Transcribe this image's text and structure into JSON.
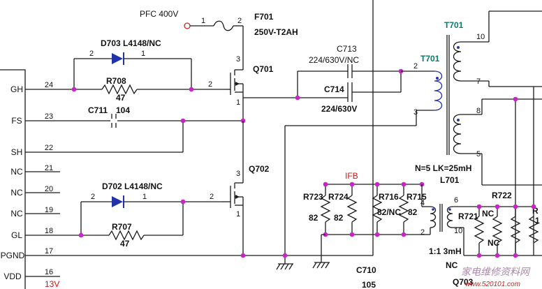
{
  "ic_pins": [
    {
      "name": "GH",
      "num": "24"
    },
    {
      "name": "FS",
      "num": "23"
    },
    {
      "name": "SH",
      "num": "22"
    },
    {
      "name": "NC",
      "num": "21"
    },
    {
      "name": "NC",
      "num": "20"
    },
    {
      "name": "NC",
      "num": "19"
    },
    {
      "name": "GL",
      "num": "18"
    },
    {
      "name": "PGND",
      "num": "17"
    },
    {
      "name": "VDD",
      "num": "16"
    }
  ],
  "vdd_voltage": "13V",
  "pfc_label": "PFC 400V",
  "fuse": {
    "ref": "F701",
    "value": "250V-T2AH",
    "pin1": "1",
    "pin2": "2"
  },
  "d703": {
    "ref": "D703 L4148/NC",
    "pin2": "2",
    "pin1": "1"
  },
  "r708": {
    "ref": "R708",
    "value": "47",
    "pin2": "2"
  },
  "q701": {
    "ref": "Q701",
    "pin3": "3",
    "pin2": "2",
    "pin1": "1"
  },
  "c711": {
    "ref": "C711",
    "value": "104"
  },
  "q702": {
    "ref": "Q702",
    "pin3": "3",
    "pin2": "2",
    "pin1": "1"
  },
  "d702": {
    "ref": "D702 L4148/NC",
    "pin2": "2",
    "pin1": "1"
  },
  "r707": {
    "ref": "R707",
    "value": "47"
  },
  "c713": {
    "ref": "C713",
    "value": "224/630V/NC"
  },
  "c714": {
    "ref": "C714",
    "value": "224/630V"
  },
  "t701_small": {
    "ref": "T701",
    "pin2": "2",
    "pin3": "3"
  },
  "t701_main": {
    "ref": "T701",
    "pin10": "10",
    "pin7": "7",
    "pin8": "8",
    "pin5": "5"
  },
  "l701": {
    "note": "N=5  LK=25mH",
    "ref": "L701"
  },
  "ifb_label": "IFB",
  "resistors_ifb": [
    {
      "ref": "R723",
      "value": "82"
    },
    {
      "ref": "R724",
      "value": "82"
    },
    {
      "ref": "R716",
      "value": "82/NC"
    },
    {
      "ref": "R715",
      "value": "82"
    }
  ],
  "tx2": {
    "pin4": "4",
    "pin2": "2",
    "pin6": "6",
    "pin10": "10",
    "ratio": "1:1 3mH",
    "nc": "NC"
  },
  "r721": {
    "ref": "R721",
    "value1": "NC",
    "value2": "NC"
  },
  "r722": {
    "ref": "R722"
  },
  "r_partial": {
    "ref": "R",
    "value": "1"
  },
  "c710": {
    "ref": "C710",
    "value": "105"
  },
  "q703": {
    "ref": "Q703"
  },
  "watermark": {
    "cn": "家电维修资料网",
    "url": "www.520101.com"
  }
}
